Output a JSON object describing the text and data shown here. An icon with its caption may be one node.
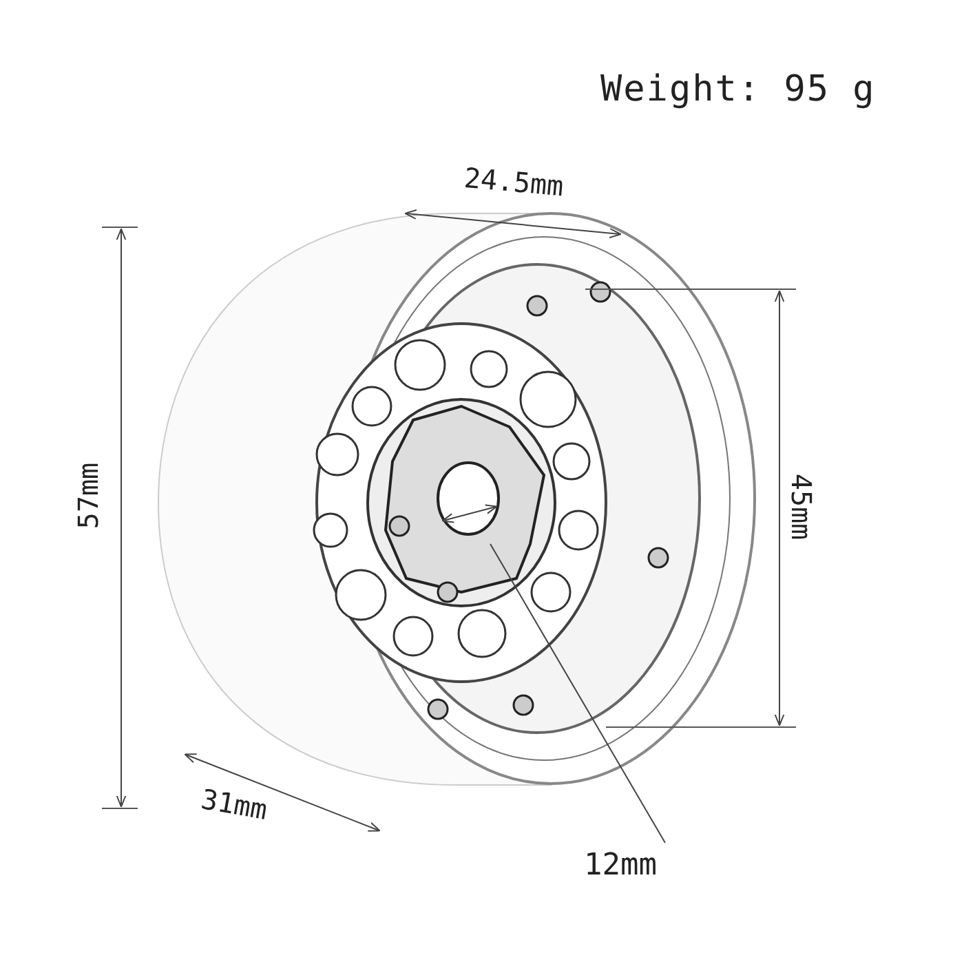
{
  "diagram": {
    "labels": [
      "Weight: 95 g",
      "24.5mm",
      "57mm",
      "45mm",
      "31mm",
      "12mm"
    ]
  }
}
